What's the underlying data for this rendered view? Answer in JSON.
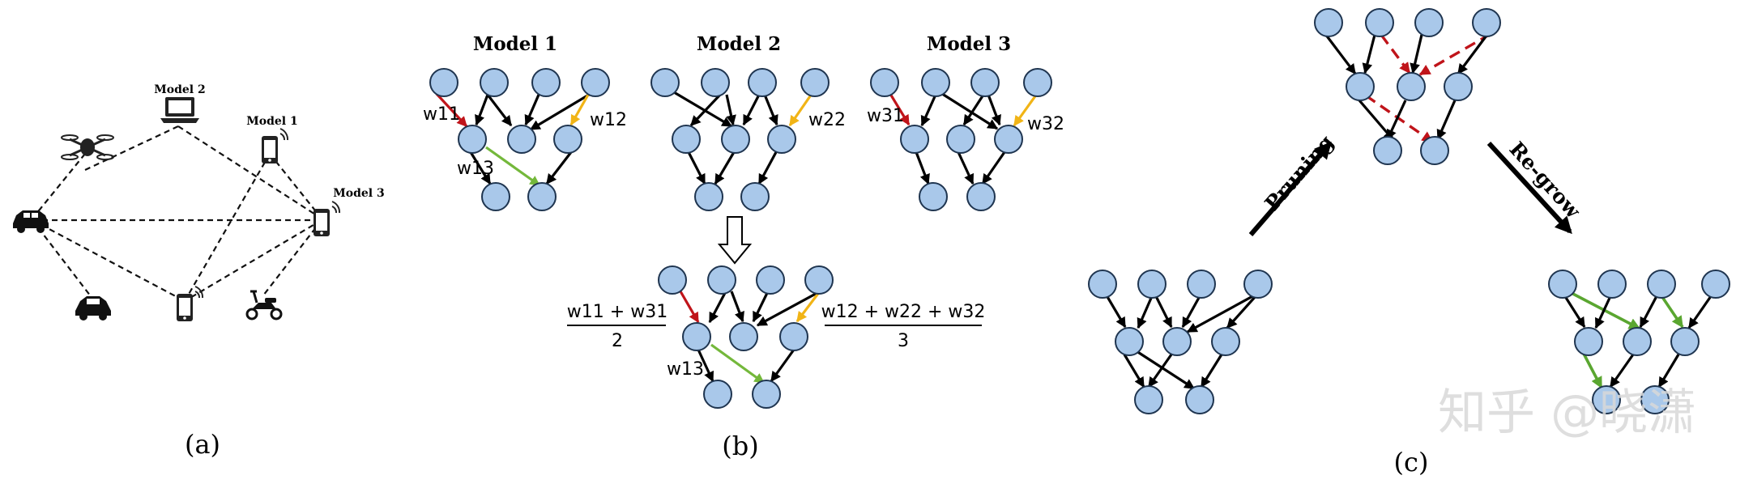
{
  "panel_a": {
    "label": "(a)",
    "devices": [
      {
        "icon": "drone-icon",
        "label": ""
      },
      {
        "icon": "laptop-icon",
        "label": "Model 2"
      },
      {
        "icon": "phone-icon",
        "label": "Model 1"
      },
      {
        "icon": "car-icon",
        "label": ""
      },
      {
        "icon": "phone-icon",
        "label": "Model 3"
      },
      {
        "icon": "car-icon",
        "label": ""
      },
      {
        "icon": "phone-icon",
        "label": ""
      },
      {
        "icon": "scooter-icon",
        "label": ""
      }
    ]
  },
  "panel_b": {
    "label": "(b)",
    "models": [
      "Model 1",
      "Model 2",
      "Model 3"
    ],
    "weights": {
      "w11": "w11",
      "w12": "w12",
      "w13": "w13",
      "w22": "w22",
      "w31": "w31",
      "w32": "w32"
    },
    "aggregate_left": {
      "numerator": "w11 + w31",
      "denominator": "2"
    },
    "aggregate_right": {
      "numerator": "w12 + w22 + w32",
      "denominator": "3"
    },
    "aggregate_w13": "w13"
  },
  "panel_c": {
    "label": "(c)",
    "pruning_label": "Pruning",
    "regrow_label": "Re-grow"
  },
  "watermark": "知乎 @晓潇",
  "colors": {
    "node_fill": "#a9c8ea",
    "node_stroke": "#1f3550",
    "edge_default": "#000000",
    "edge_w1": "#c0141a",
    "edge_w2": "#f1b416",
    "edge_w3": "#74b83b",
    "pruned_edge": "#c0141a",
    "regrown_edge": "#5aa630"
  }
}
